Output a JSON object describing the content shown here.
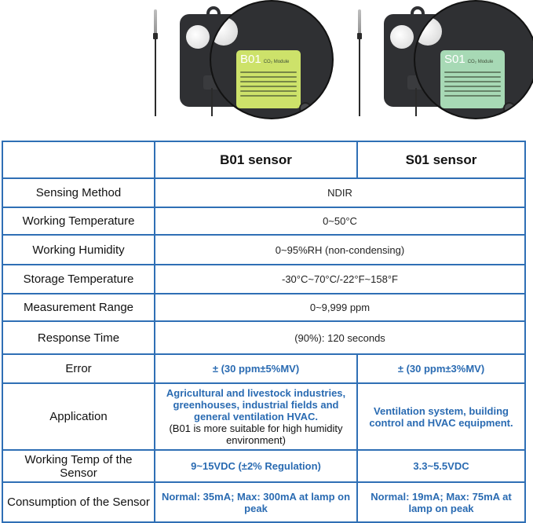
{
  "photos": {
    "b01_badge": "B01",
    "s01_badge": "S01",
    "badge_subtitle": "CO₂ Module"
  },
  "table": {
    "header": {
      "b01": "B01 sensor",
      "s01": "S01 sensor"
    },
    "rows": [
      {
        "label": "Sensing Method",
        "value": "NDIR"
      },
      {
        "label": "Working Temperature",
        "value": "0~50°C"
      },
      {
        "label": "Working Humidity",
        "value": "0~95%RH (non-condensing)"
      },
      {
        "label": "Storage Temperature",
        "value": "-30°C~70°C/-22°F~158°F"
      },
      {
        "label": "Measurement Range",
        "value": "0~9,999 ppm"
      },
      {
        "label": "Response Time",
        "value": "(90%): 120 seconds"
      },
      {
        "label": "Error",
        "b01": "± (30 ppm±5%MV)",
        "s01": "± (30 ppm±3%MV)"
      },
      {
        "label": "Application",
        "b01": "Agricultural and livestock industries, greenhouses, industrial fields and general ventilation HVAC.",
        "b01_note": "(B01 is more suitable for high humidity environment)",
        "s01": "Ventilation system, building control and HVAC equipment."
      },
      {
        "label": "Working Temp of the Sensor",
        "b01": "9~15VDC (±2% Regulation)",
        "s01": "3.3~5.5VDC"
      },
      {
        "label": "Consumption of the Sensor",
        "b01": "Normal: 35mA; Max: 300mA at lamp on peak",
        "s01": "Normal: 19mA; Max: 75mA at lamp on peak"
      }
    ]
  },
  "colors": {
    "border": "#2f6fb5",
    "accent_text": "#2a6bb2",
    "b01_label": "#cde26a",
    "s01_label": "#a7d9b5"
  }
}
